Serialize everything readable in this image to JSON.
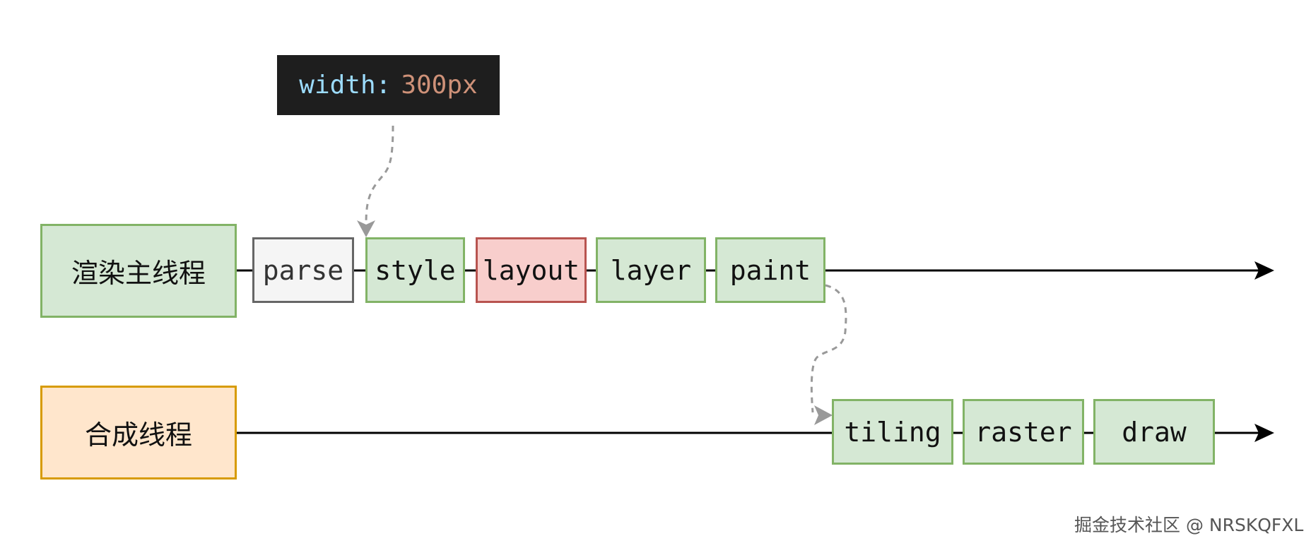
{
  "code_box": {
    "property": "width:",
    "value": "300px"
  },
  "threads": {
    "main": {
      "label": "渲染主线程",
      "steps": [
        "parse",
        "style",
        "layout",
        "layer",
        "paint"
      ]
    },
    "compositor": {
      "label": "合成线程",
      "steps": [
        "tiling",
        "raster",
        "draw"
      ]
    }
  },
  "watermark": "掘金技术社区 @ NRSKQFXL",
  "colors": {
    "step_default_fill": "#d5e8d4",
    "step_default_border": "#82b366",
    "parse_fill": "#f5f5f5",
    "parse_border": "#666666",
    "layout_fill": "#f8cecc",
    "layout_border": "#b85450",
    "compositor_fill": "#ffe6cc",
    "compositor_border": "#d79b00",
    "code_bg": "#1e1e1e",
    "code_property": "#9cdcfe",
    "code_value": "#ce9178"
  }
}
